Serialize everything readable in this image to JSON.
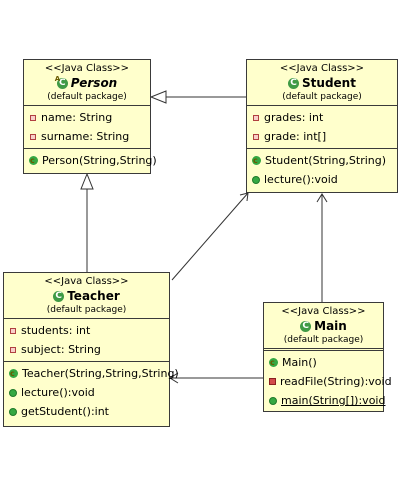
{
  "classes": {
    "person": {
      "stereotype": "<<Java Class>>",
      "name": "Person",
      "package": "(default package)",
      "fields": [
        "name: String",
        "surname: String"
      ],
      "methods": [
        "Person(String,String)"
      ]
    },
    "student": {
      "stereotype": "<<Java Class>>",
      "name": "Student",
      "package": "(default package)",
      "fields": [
        "grades: int",
        "grade: int[]"
      ],
      "methods": [
        "Student(String,String)",
        "lecture():void"
      ]
    },
    "teacher": {
      "stereotype": "<<Java Class>>",
      "name": "Teacher",
      "package": "(default package)",
      "fields": [
        "students: int",
        "subject: String"
      ],
      "methods": [
        "Teacher(String,String,String)",
        "lecture():void",
        "getStudent():int"
      ]
    },
    "main": {
      "stereotype": "<<Java Class>>",
      "name": "Main",
      "package": "(default package)",
      "fields": [],
      "methods": [
        "Main()",
        "readFile(String):void",
        "main(String[]):void"
      ]
    }
  },
  "colors": {
    "class_fill": "#ffffcc",
    "border": "#3a3a3a",
    "class_icon": "#3f9a45",
    "field_icon": "#b04040",
    "private_method_icon": "#d24b4b",
    "line": "#333333"
  },
  "icons": {
    "class": "class-c-icon",
    "field": "field-icon",
    "method": "public-method-icon",
    "constructor": "constructor-icon",
    "private_method": "private-method-icon"
  }
}
